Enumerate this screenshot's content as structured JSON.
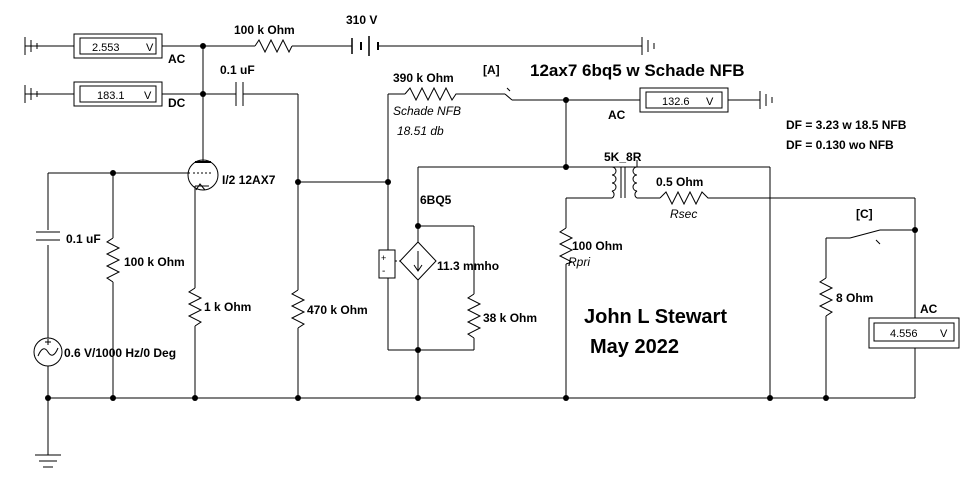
{
  "title": "12ax7 6bq5 w Schade NFB",
  "author": "John L Stewart",
  "date": "May 2022",
  "meters": [
    {
      "id": "m1",
      "value": "2.553",
      "unit": "V",
      "mode": "AC"
    },
    {
      "id": "m2",
      "value": "183.1",
      "unit": "V",
      "mode": "DC"
    },
    {
      "id": "m3",
      "value": "132.6",
      "unit": "V",
      "mode": "AC"
    },
    {
      "id": "m4",
      "value": "4.556",
      "unit": "V",
      "mode": "AC"
    }
  ],
  "components": {
    "r_plate": "100 k Ohm",
    "supply": "310 V",
    "c_coupling": "0.1 uF",
    "r_schade": "390 k Ohm",
    "schade_label": "Schade NFB",
    "schade_db": "18.51 db",
    "switch_a": "[A]",
    "switch_c": "[C]",
    "tube_v1": "I/2 12AX7",
    "c_input": "0.1 uF",
    "r_grid": "100 k Ohm",
    "source": "0.6 V/1000 Hz/0 Deg",
    "r_cathode": "1 k Ohm",
    "r_grid2": "470 k Ohm",
    "tube_v2": "6BQ5",
    "gm": "11.3 mmho",
    "r_plate2": "38 k Ohm",
    "transformer": "5K_8R",
    "r_sec": "0.5  Ohm",
    "r_sec_name": "Rsec",
    "r_pri": "100  Ohm",
    "r_pri_name": "Rpri",
    "r_load": "8  Ohm"
  },
  "notes": {
    "df_nfb": "DF = 3.23 w 18.5 NFB",
    "df_wo": "DF = 0.130 wo NFB"
  }
}
